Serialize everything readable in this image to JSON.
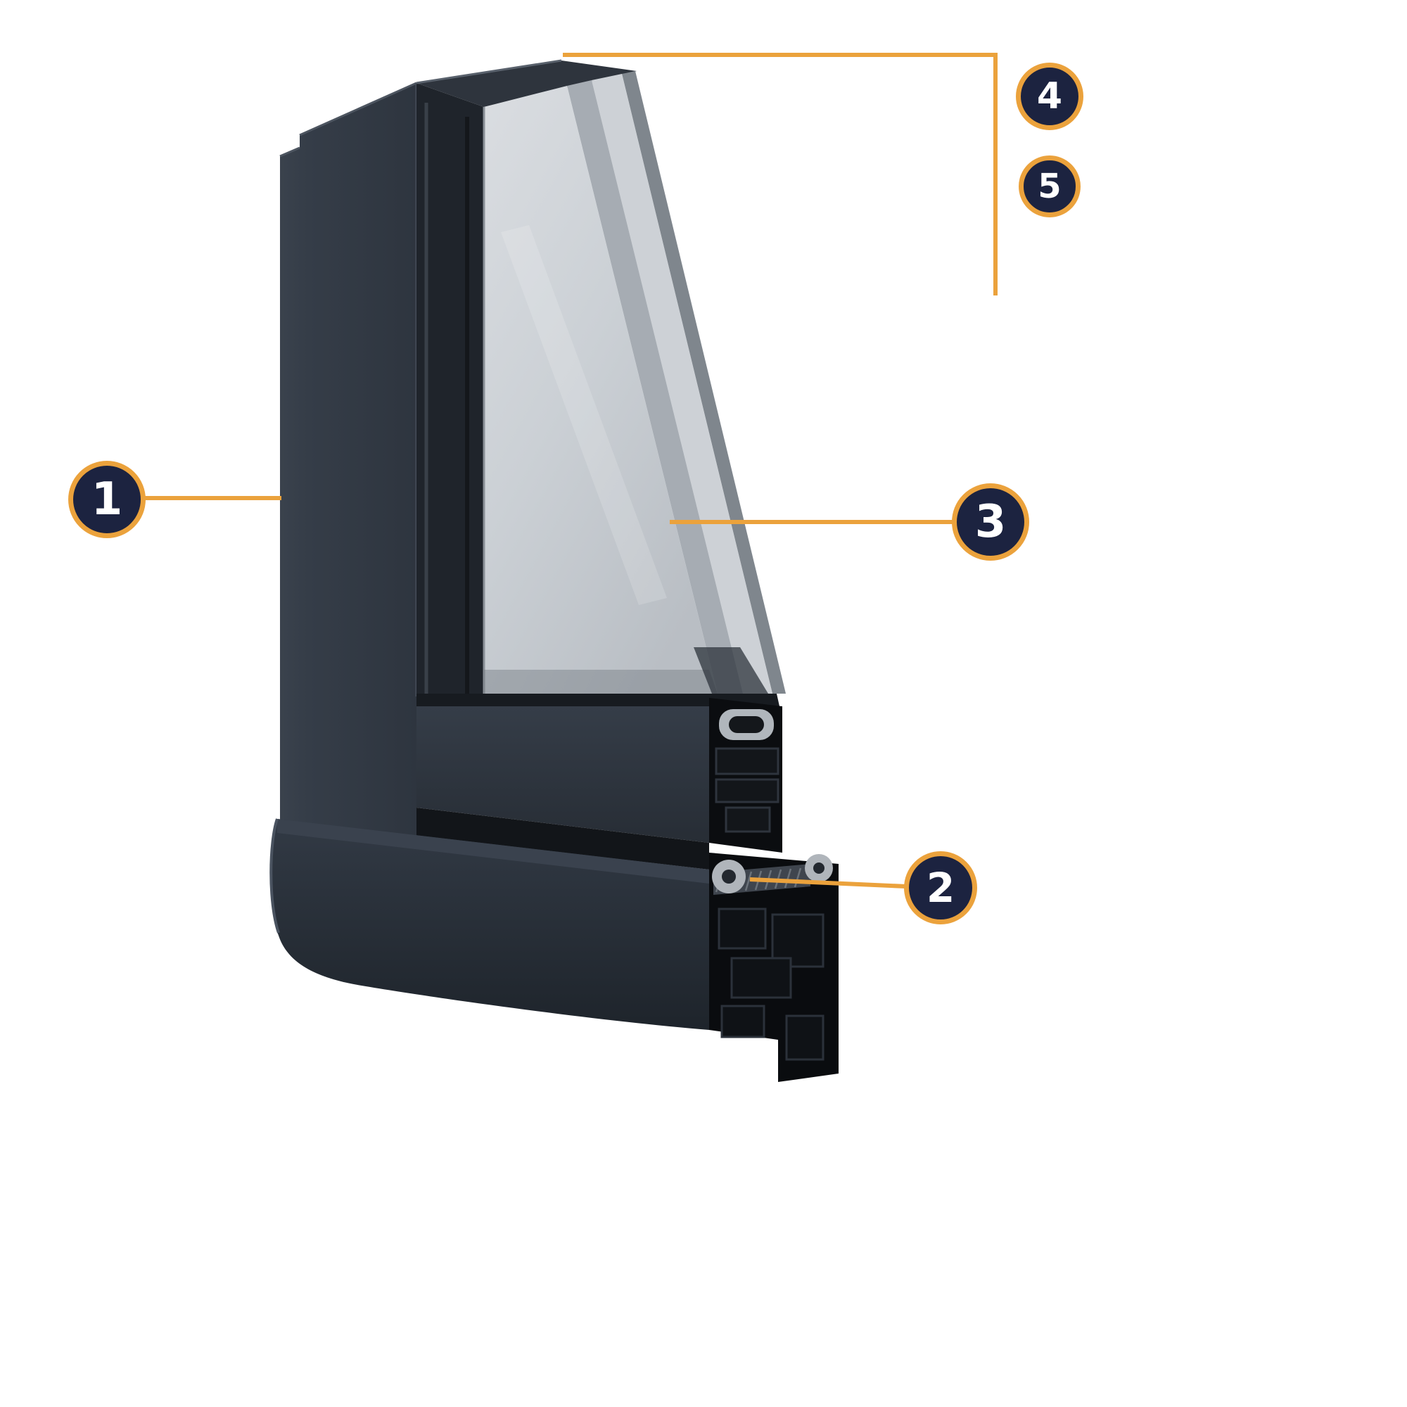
{
  "diagram": {
    "callouts": [
      {
        "number": "1"
      },
      {
        "number": "2"
      },
      {
        "number": "3"
      },
      {
        "number": "4"
      },
      {
        "number": "5"
      }
    ],
    "colors": {
      "background": "#FFFFFF",
      "badge_fill": "#1C2340",
      "badge_ring": "#EBA23C",
      "badge_number": "#FFFFFF",
      "leader_line": "#EBA23C",
      "frame": "#333B46",
      "frame_dark": "#14171B",
      "glass": "#CBD0D5"
    }
  }
}
